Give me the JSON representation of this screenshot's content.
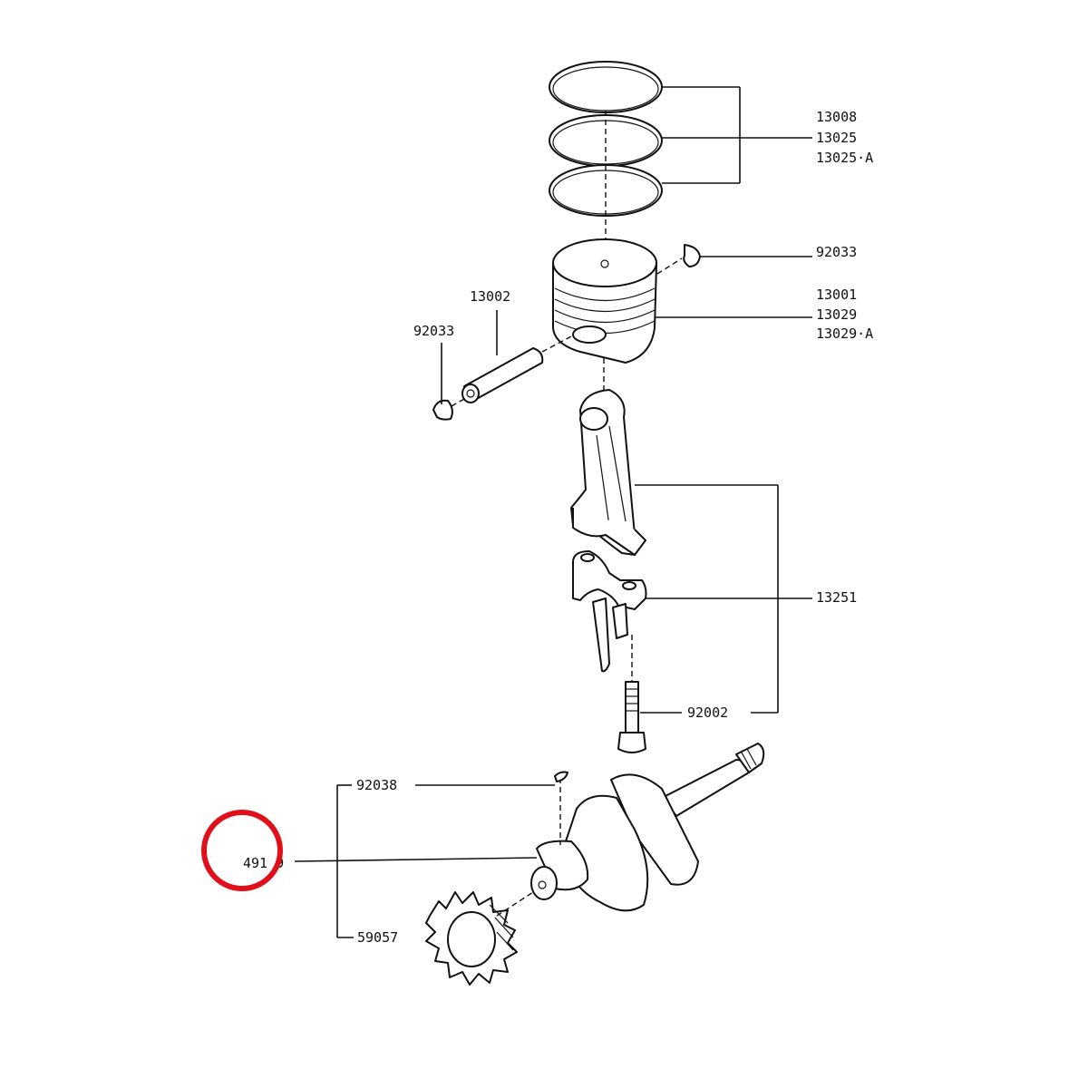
{
  "diagram": {
    "part_numbers": {
      "rings": [
        "13008",
        "13025",
        "13025·A"
      ],
      "circlip_right": "92033",
      "piston": [
        "13001",
        "13029",
        "13029·A"
      ],
      "piston_pin": "13002",
      "circlip_left": "92033",
      "connecting_rod": "13251",
      "rod_bolt": "92002",
      "key": "92038",
      "crankshaft": "491 9",
      "gear": "59057"
    },
    "highlight_color": "#e0101a",
    "line_color": "#111111"
  }
}
